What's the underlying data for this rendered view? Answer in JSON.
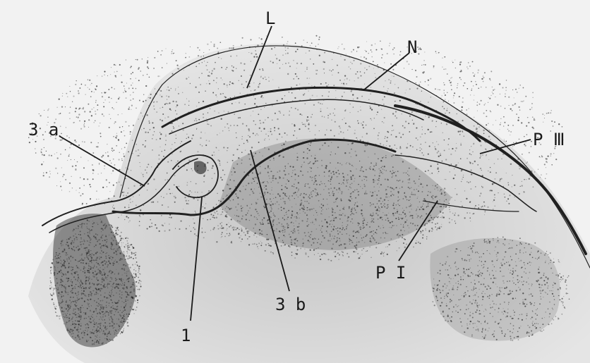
{
  "figure": {
    "labels": {
      "L": "L",
      "N": "N",
      "p3": "P Ⅲ",
      "a3": "3 a",
      "b3": "3 b",
      "p1": "P I",
      "one": "1"
    },
    "ink_color": "#1a1a1a",
    "stipple_color": "#2a2a2a"
  }
}
